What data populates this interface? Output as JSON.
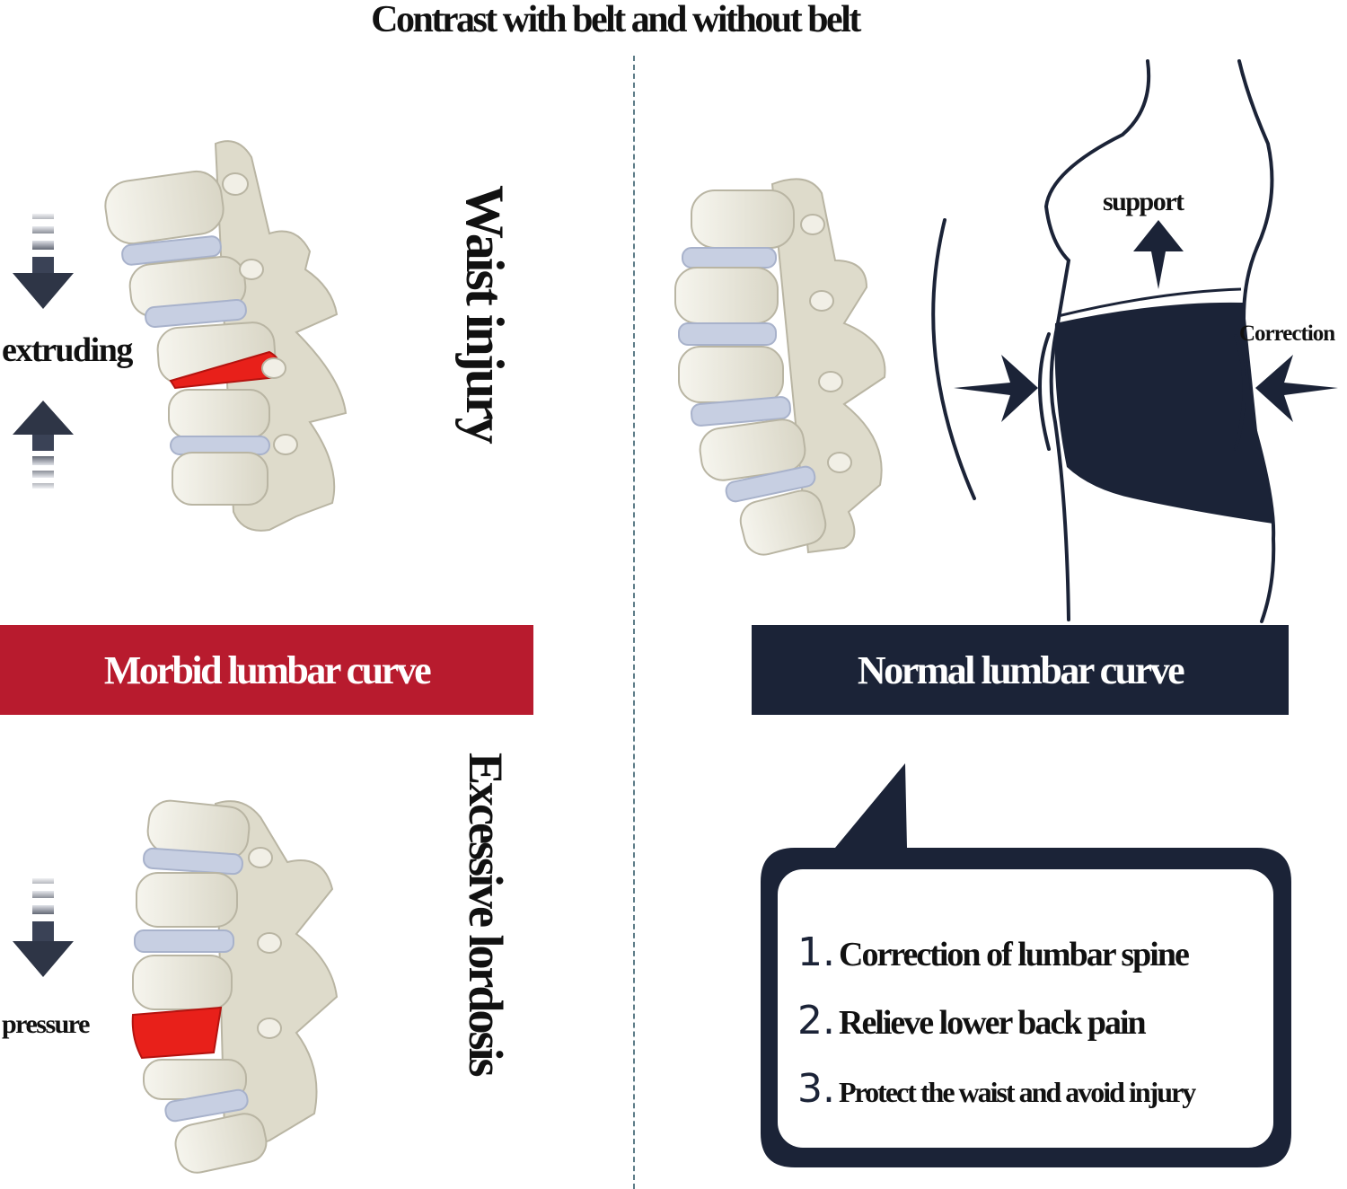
{
  "title": "Contrast with belt and without belt",
  "left": {
    "top_vertical_label": "Waist injury",
    "top_side_label": "extruding",
    "bottom_vertical_label": "Excessive lordosis",
    "bottom_side_label": "pressure",
    "banner": "Morbid lumbar curve"
  },
  "right": {
    "support_label": "support",
    "correction_label": "Correction",
    "banner": "Normal lumbar curve",
    "benefits": [
      {
        "num": "1.",
        "text": "Correction of lumbar spine"
      },
      {
        "num": "2.",
        "text": "Relieve lower back pain"
      },
      {
        "num": "3.",
        "text": "Protect the waist and avoid injury"
      }
    ]
  },
  "colors": {
    "navy": "#1b2337",
    "red_banner": "#b81b2e",
    "herniated_disc": "#e8201a",
    "bone": "#ecebe0",
    "disc": "#c7cfe2"
  }
}
